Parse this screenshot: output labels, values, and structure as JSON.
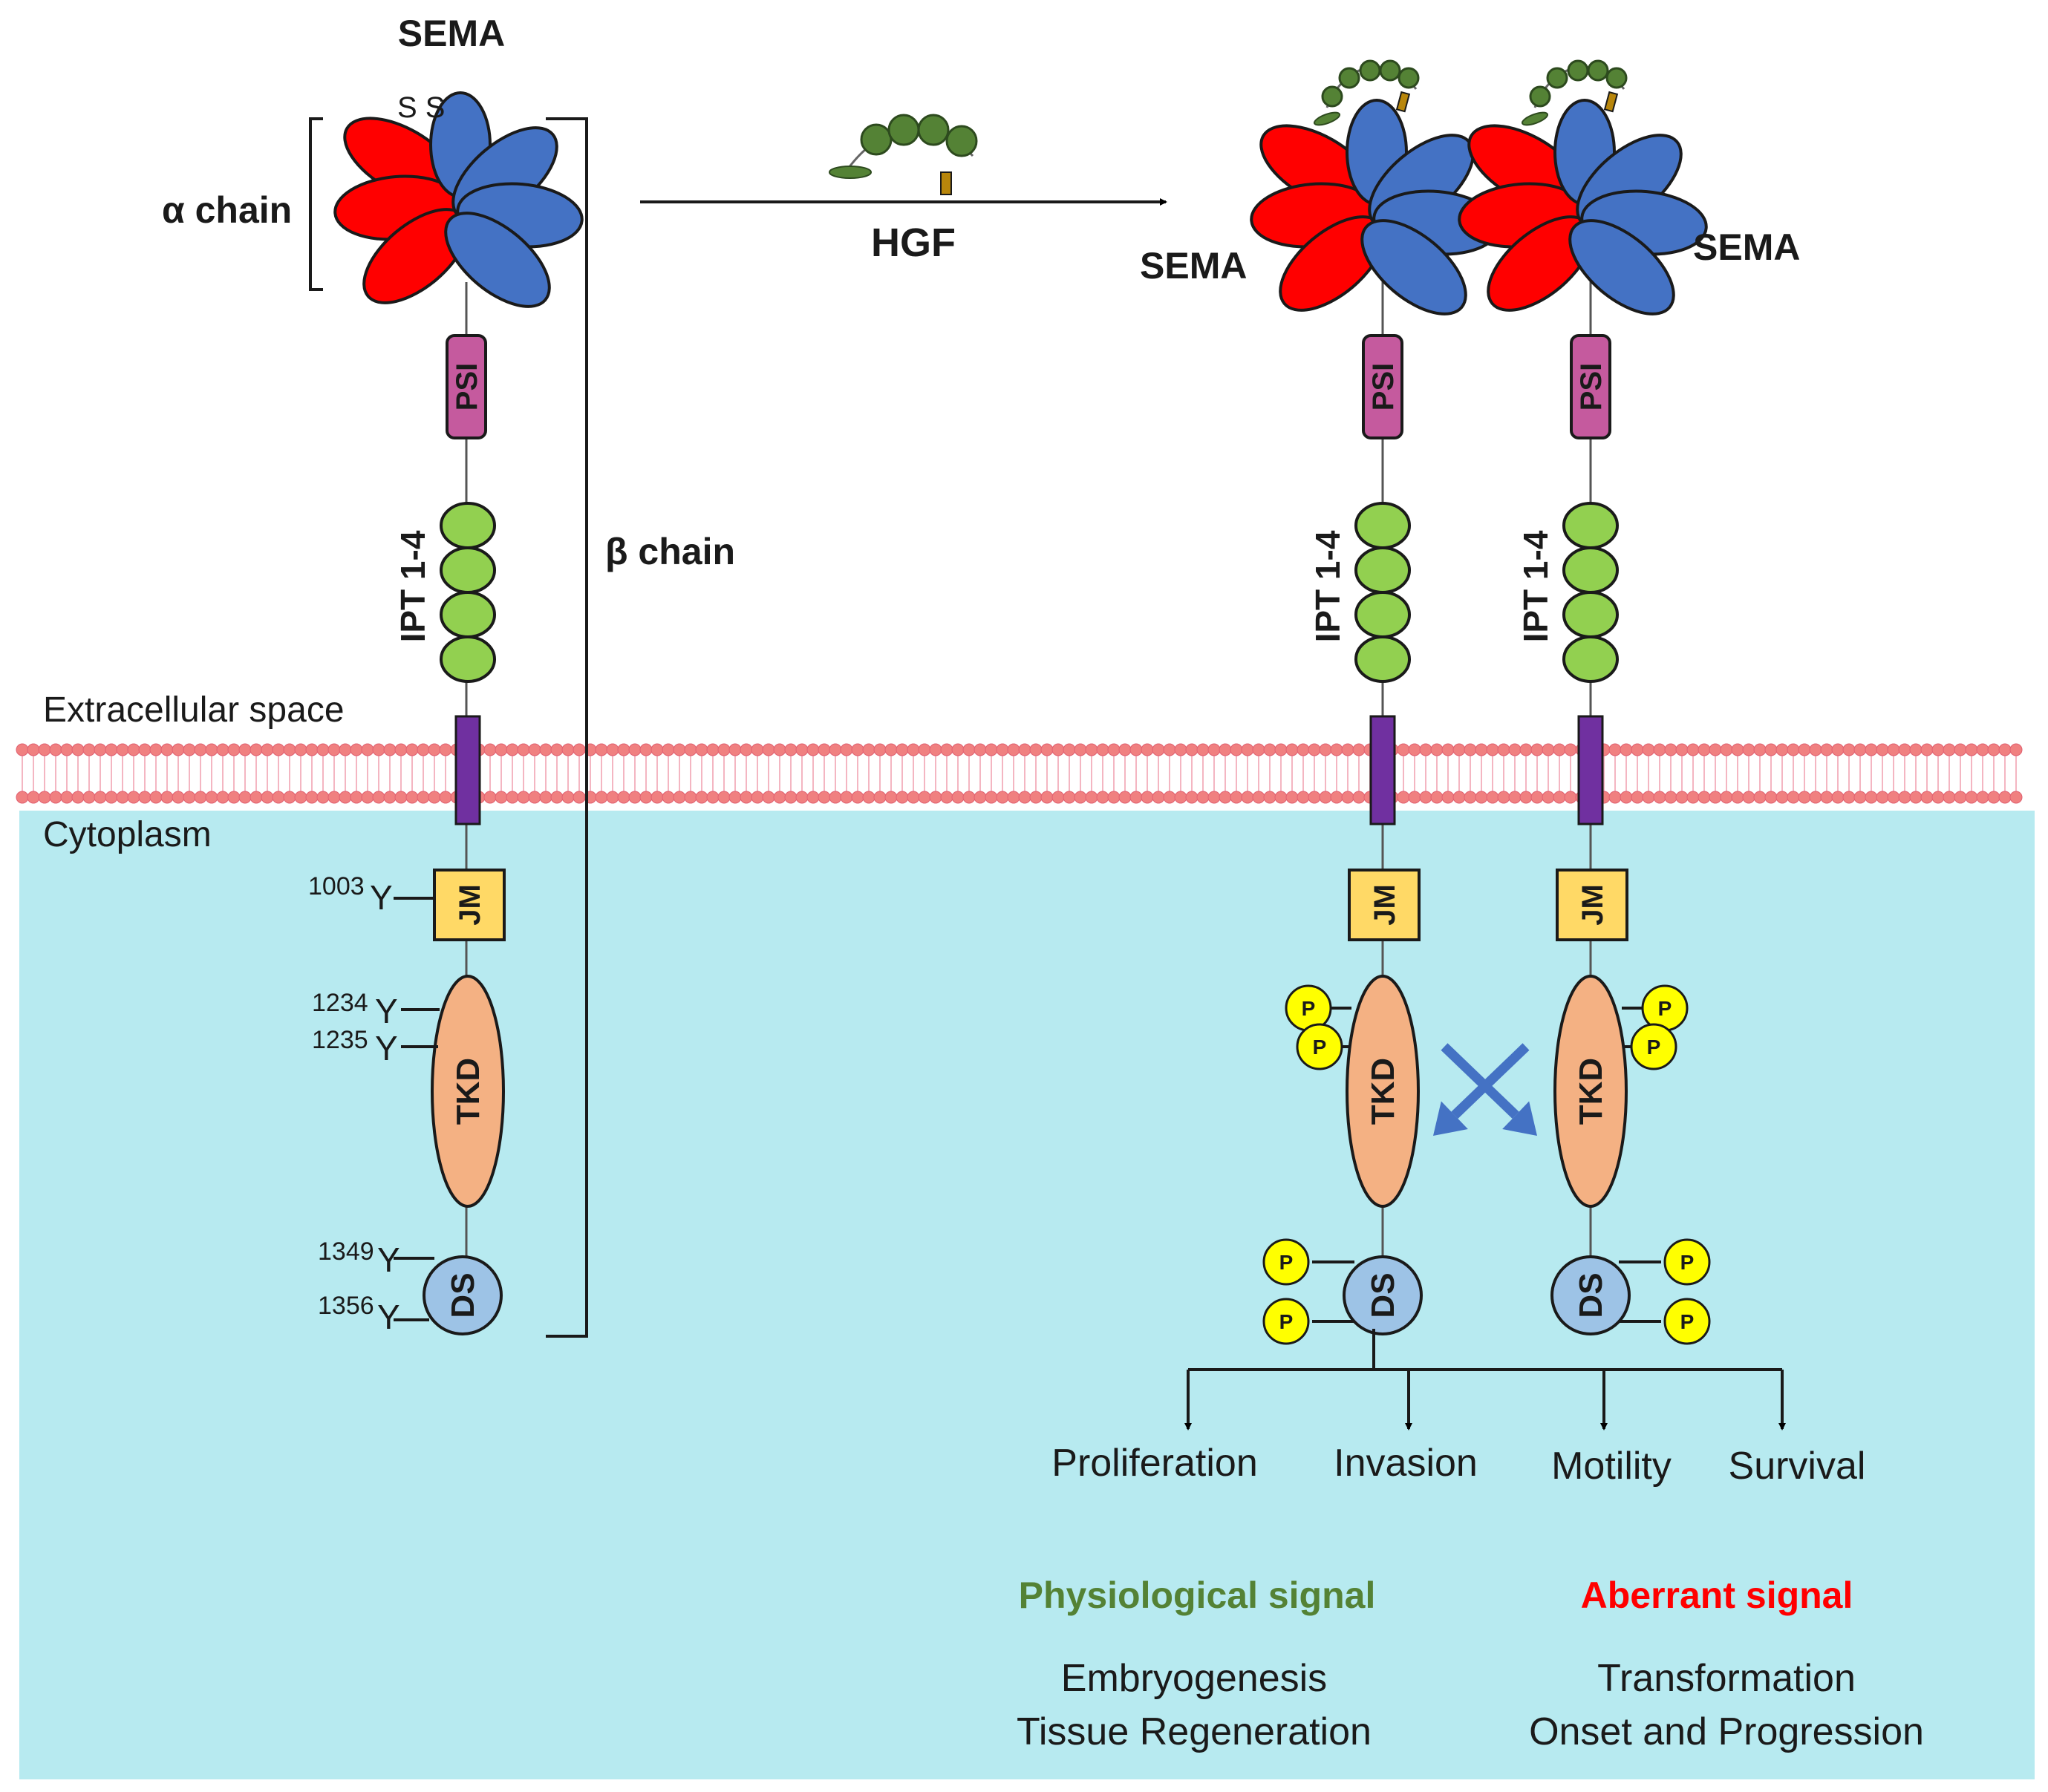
{
  "labels": {
    "sema_top": "SEMA",
    "ss": "S S",
    "alpha_chain": "α chain",
    "beta_chain": "β chain",
    "hgf": "HGF",
    "sema_right_a": "SEMA",
    "sema_right_b": "SEMA",
    "extracellular": "Extracellular space",
    "cytoplasm": "Cytoplasm"
  },
  "domains": {
    "psi": "PSI",
    "ipt": "IPT 1-4",
    "jm": "JM",
    "tkd": "TKD",
    "ds": "DS"
  },
  "tyrosines": {
    "y1003": "1003",
    "y1234": "1234",
    "y1235": "1235",
    "y1349": "1349",
    "y1356": "1356",
    "y_symbol": "Y"
  },
  "phospho": "P",
  "outcomes": [
    "Proliferation",
    "Invasion",
    "Motility",
    "Survival"
  ],
  "signals": {
    "physiological": {
      "title": "Physiological signal",
      "line1": "Embryogenesis",
      "line2": "Tissue Regeneration",
      "color": "#548235"
    },
    "aberrant": {
      "title": "Aberrant signal",
      "line1": "Transformation",
      "line2": "Onset and Progression",
      "color": "#ff0000"
    }
  },
  "colors": {
    "cytoplasm": "#b7eaf0",
    "alpha_red": "#ff0000",
    "beta_blue": "#4472c4",
    "psi": "#c55a9e",
    "ipt": "#92d050",
    "tm": "#7030a0",
    "jm": "#ffd966",
    "tkd": "#f4b183",
    "ds": "#9dc3e6",
    "phospho": "#ffff00",
    "lipid": "#f08080",
    "hgf_green": "#548235",
    "cross_arrow": "#4472c4"
  }
}
